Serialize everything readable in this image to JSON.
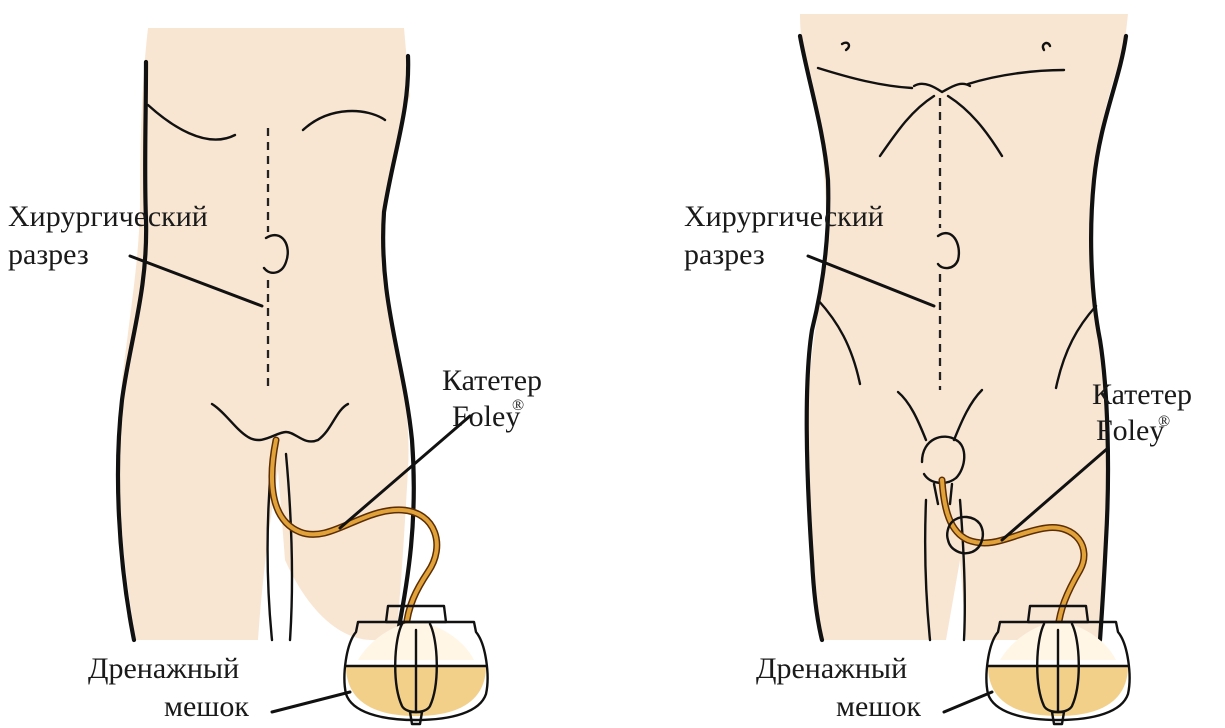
{
  "figures": [
    {
      "id": "female",
      "labels": {
        "incision_line1": "Хирургический",
        "incision_line2": "разрез",
        "catheter_line1": "Катетер",
        "catheter_line2": "Foley",
        "catheter_mark": "®",
        "bag_line1": "Дренажный",
        "bag_line2": "мешок"
      }
    },
    {
      "id": "male",
      "labels": {
        "incision_line1": "Хирургический",
        "incision_line2": "разрез",
        "catheter_line1": "Катетер",
        "catheter_line2": "Foley",
        "catheter_mark": "®",
        "bag_line1": "Дренажный",
        "bag_line2": "мешок"
      }
    }
  ],
  "colors": {
    "skin": "#f8e6d2",
    "catheter": "#e2a23a",
    "urine": "#f2d08a",
    "outline": "#111111"
  }
}
